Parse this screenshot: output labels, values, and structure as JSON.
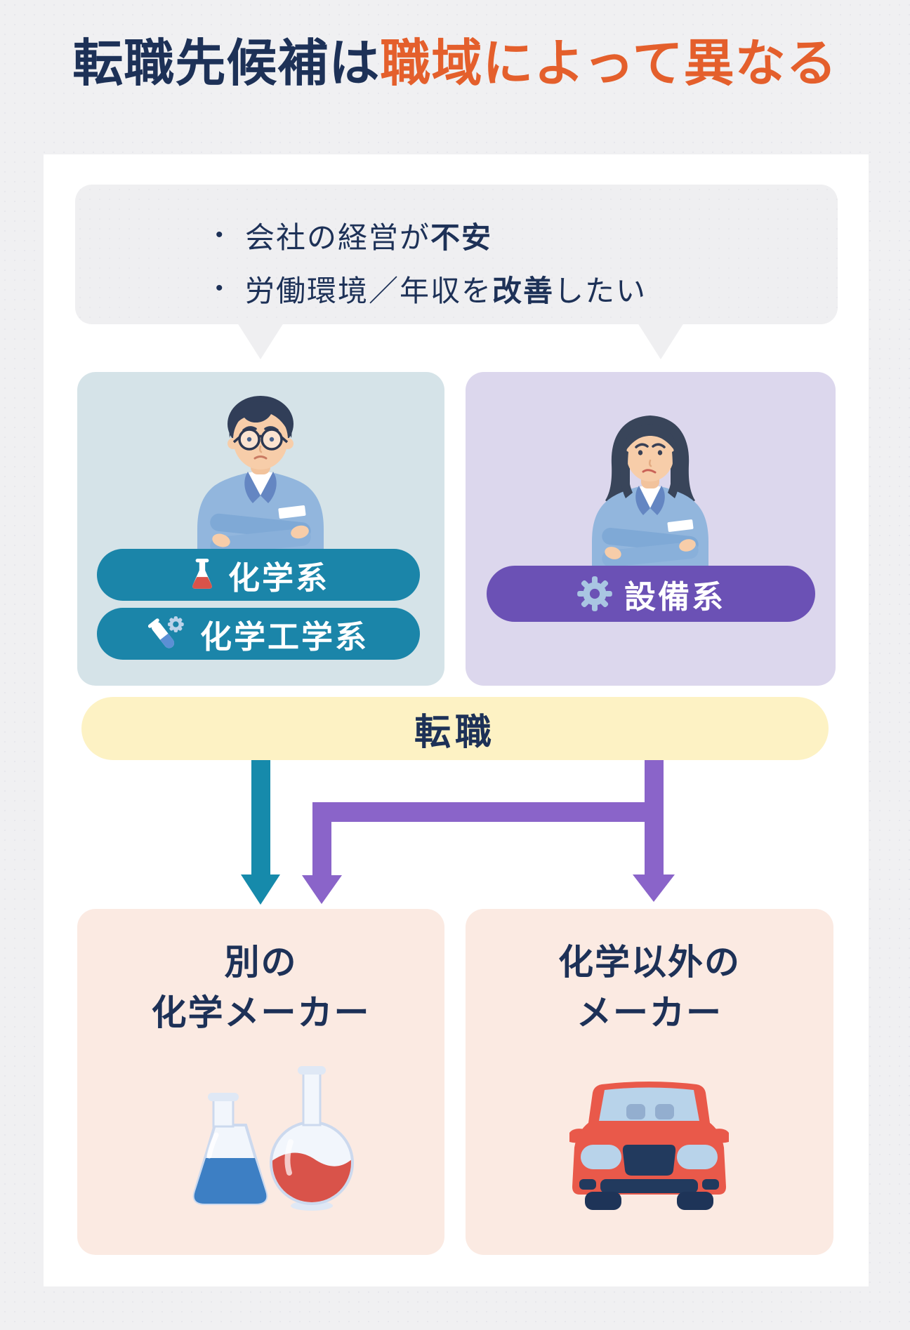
{
  "title": {
    "prefix": "転職先候補は",
    "highlight": "職域によって異なる"
  },
  "bubble": {
    "bullet_char": "•",
    "bullets": [
      {
        "pre": "会社の経営が",
        "emphasis": "不安",
        "post": ""
      },
      {
        "pre": "労働環境／年収を",
        "emphasis": "改善",
        "post": "したい"
      }
    ]
  },
  "panels": {
    "left": {
      "pills": [
        {
          "icon": "flask-icon",
          "label": "化学系"
        },
        {
          "icon": "testtube-gear-icon",
          "label": "化学工学系"
        }
      ]
    },
    "right": {
      "pills": [
        {
          "icon": "gear-icon",
          "label": "設備系"
        }
      ]
    }
  },
  "transfer_bar": {
    "label": "転職"
  },
  "outcomes": {
    "left": {
      "line1": "別の",
      "line2": "化学メーカー",
      "illustration": "flasks"
    },
    "right": {
      "line1": "化学以外の",
      "line2": "メーカー",
      "illustration": "car"
    }
  },
  "colors": {
    "page_background": "#f0f0f2",
    "card_background": "#ffffff",
    "title_navy": "#1d3157",
    "title_orange": "#e45f2c",
    "bubble_gray": "#efeff1",
    "panel_left_blue": "#d5e3e8",
    "panel_right_lavender": "#dcd7ed",
    "pill_teal": "#1b85a9",
    "pill_purple": "#6b51b5",
    "transfer_yellow": "#fdf2c4",
    "outcome_pink": "#fbeae2",
    "arrow_teal": "#168aab",
    "arrow_purple": "#8a64c9"
  }
}
